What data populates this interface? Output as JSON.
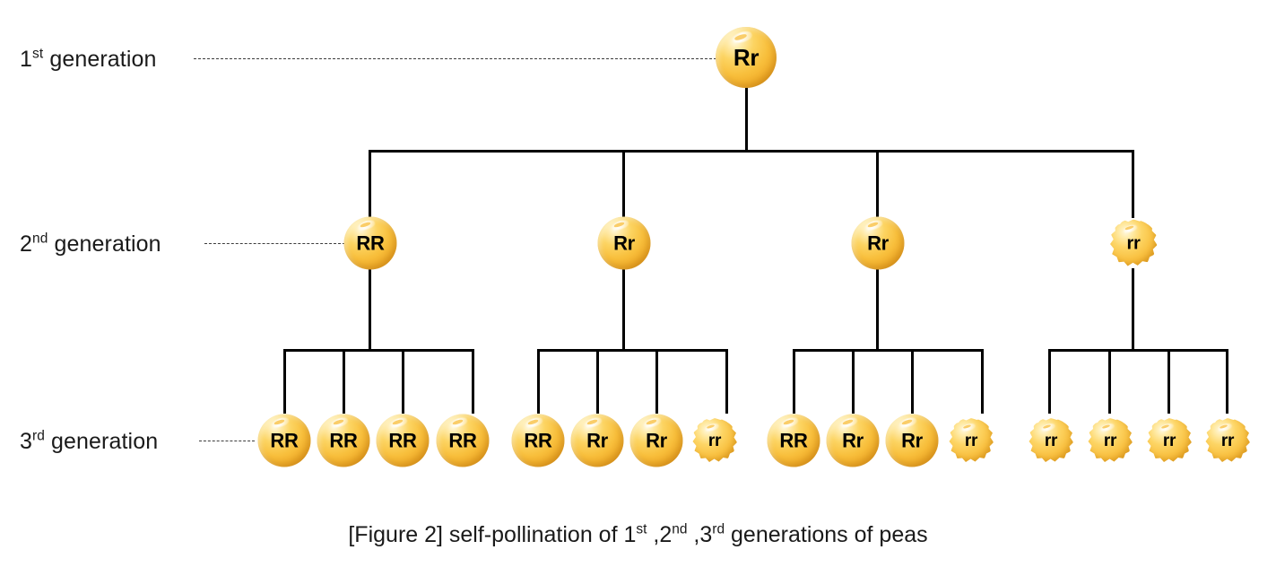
{
  "figure": {
    "caption_prefix": "[Figure 2] self-pollination of ",
    "caption_gen1": "1",
    "caption_gen1_sup": "st",
    "caption_sep1": " ,2",
    "caption_gen2_sup": "nd",
    "caption_sep2": " ,3",
    "caption_gen3_sup": "rd",
    "caption_suffix": "  generations of peas",
    "caption_full": "[Figure 2] self-pollination of 1st ,2nd ,3rd  generations of peas"
  },
  "colors": {
    "pea_highlight": "#fff9e2",
    "pea_mid": "#fcd462",
    "pea_body": "#f8bf3c",
    "pea_rim": "#c98412",
    "line": "#000000",
    "leader": "#3c3c3c",
    "text": "#1a1a1a",
    "background": "#ffffff"
  },
  "generations": [
    {
      "id": "gen1",
      "label_number": "1",
      "label_sup": "st",
      "label_word": " generation",
      "nodes": [
        {
          "genotype": "Rr",
          "phenotype": "round"
        }
      ]
    },
    {
      "id": "gen2",
      "label_number": "2",
      "label_sup": "nd",
      "label_word": " generation",
      "nodes": [
        {
          "genotype": "RR",
          "phenotype": "round"
        },
        {
          "genotype": "Rr",
          "phenotype": "round"
        },
        {
          "genotype": "Rr",
          "phenotype": "round"
        },
        {
          "genotype": "rr",
          "phenotype": "wrinkled"
        }
      ]
    },
    {
      "id": "gen3",
      "label_number": "3",
      "label_sup": "rd",
      "label_word": " generation",
      "nodes": [
        {
          "genotype": "RR",
          "phenotype": "round"
        },
        {
          "genotype": "RR",
          "phenotype": "round"
        },
        {
          "genotype": "RR",
          "phenotype": "round"
        },
        {
          "genotype": "RR",
          "phenotype": "round"
        },
        {
          "genotype": "RR",
          "phenotype": "round"
        },
        {
          "genotype": "Rr",
          "phenotype": "round"
        },
        {
          "genotype": "Rr",
          "phenotype": "round"
        },
        {
          "genotype": "rr",
          "phenotype": "wrinkled"
        },
        {
          "genotype": "RR",
          "phenotype": "round"
        },
        {
          "genotype": "Rr",
          "phenotype": "round"
        },
        {
          "genotype": "Rr",
          "phenotype": "round"
        },
        {
          "genotype": "rr",
          "phenotype": "wrinkled"
        },
        {
          "genotype": "rr",
          "phenotype": "wrinkled"
        },
        {
          "genotype": "rr",
          "phenotype": "wrinkled"
        },
        {
          "genotype": "rr",
          "phenotype": "wrinkled"
        },
        {
          "genotype": "rr",
          "phenotype": "wrinkled"
        }
      ]
    }
  ]
}
